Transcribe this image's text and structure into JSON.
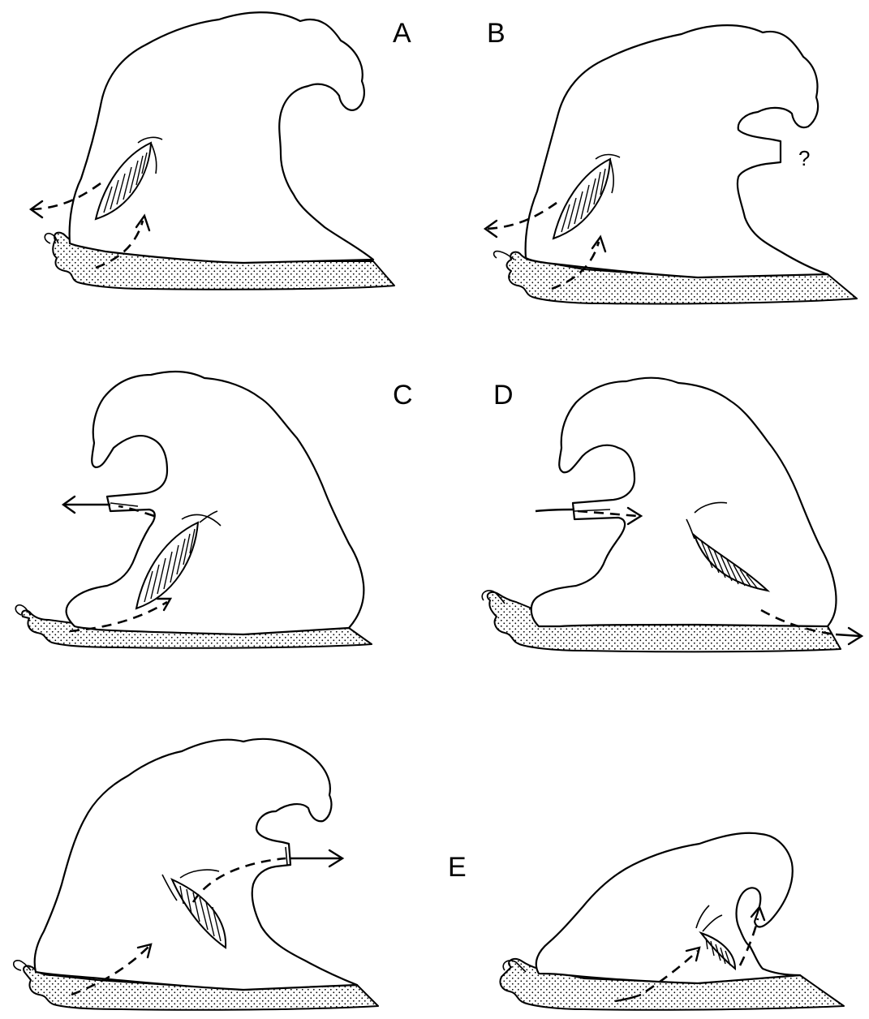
{
  "panels": [
    {
      "id": "A",
      "label": "A"
    },
    {
      "id": "B",
      "label": "B",
      "note": "?"
    },
    {
      "id": "C",
      "label": "C"
    },
    {
      "id": "D",
      "label": "D"
    },
    {
      "id": "E",
      "label": "E"
    }
  ],
  "colors": {
    "ink": "#000000",
    "background": "#ffffff",
    "foot_stipple": "#000000"
  }
}
